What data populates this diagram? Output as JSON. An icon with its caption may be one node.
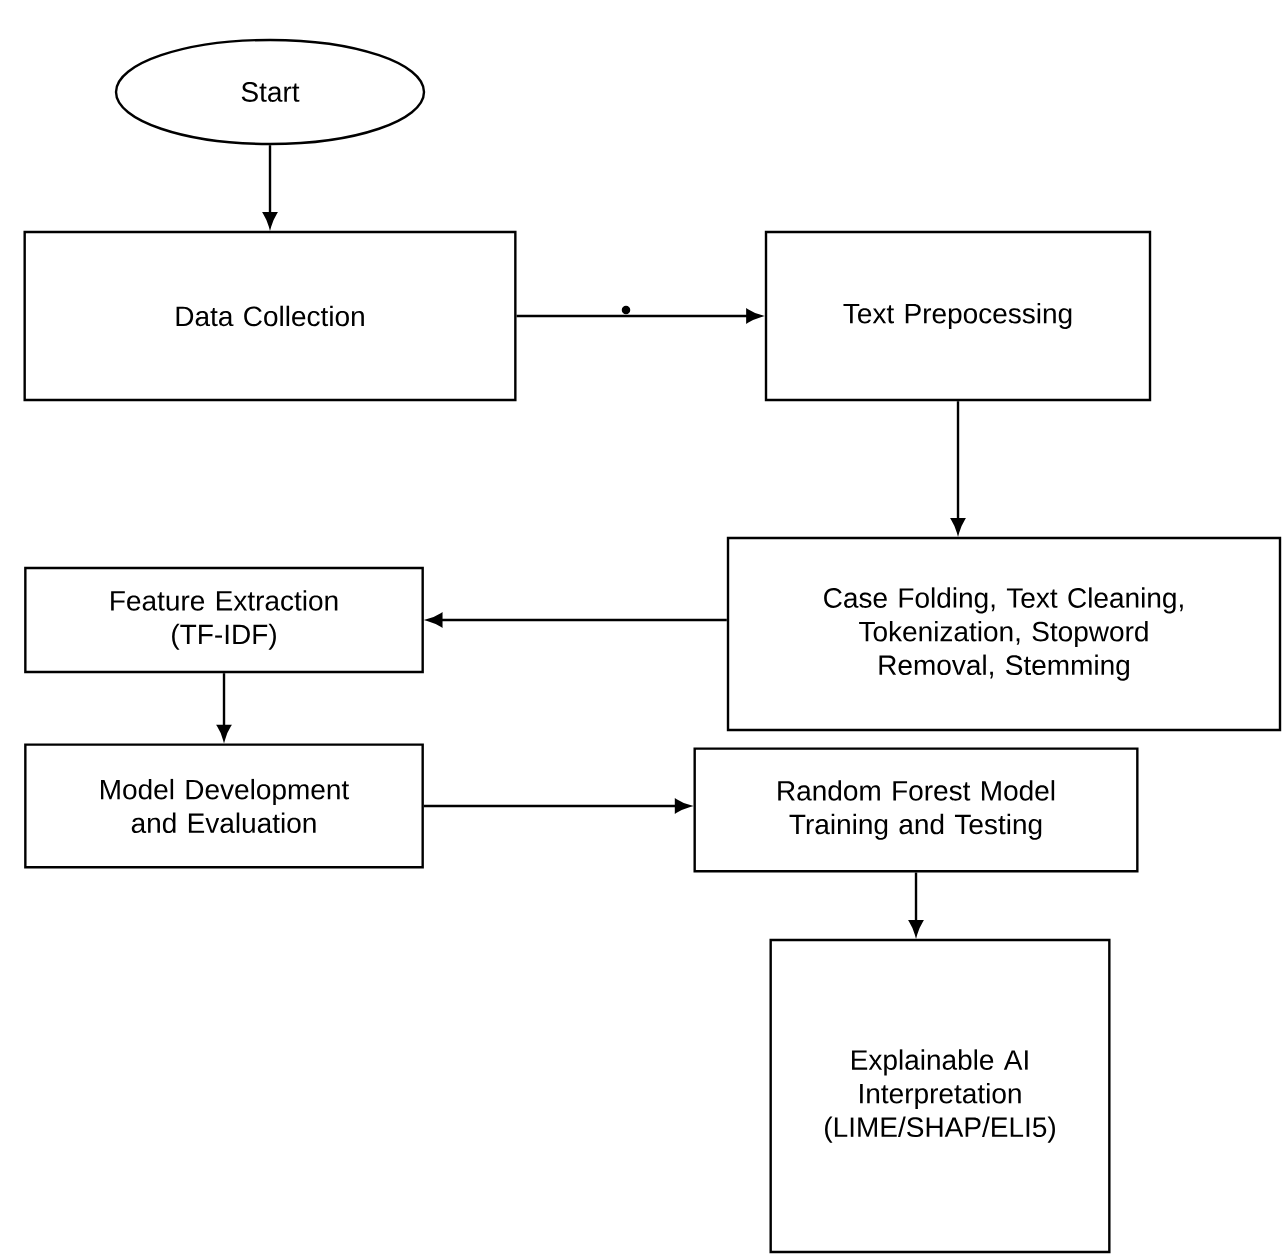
{
  "diagram": {
    "nodes": [
      {
        "text": [
          "Start"
        ]
      },
      {
        "text": [
          "Data Collection"
        ]
      },
      {
        "text": [
          "Text Prepocessing"
        ]
      },
      {
        "text": [
          "Case Folding, Text Cleaning, Tokenization, Stopword Removal, Stemming"
        ]
      },
      {
        "text": [
          "Feature Extraction (TF-IDF)"
        ]
      },
      {
        "text": [
          "Model Development and Evaluation"
        ]
      },
      {
        "text": [
          "Random Forest Model Training and Testing"
        ]
      },
      {
        "text": [
          "Explainable AI Interpretation (LIME/SHAP/ELI5)"
        ]
      }
    ],
    "edges": [
      {
        "from": 0,
        "to": 1,
        "arrow": "to"
      },
      {
        "from": 1,
        "to": 2,
        "arrow": "to"
      },
      {
        "from": 2,
        "to": 3,
        "arrow": "to"
      },
      {
        "from": 3,
        "to": 4,
        "arrow": "to"
      },
      {
        "from": 4,
        "to": 5,
        "arrow": "to"
      },
      {
        "from": 5,
        "to": 6,
        "arrow": "to"
      },
      {
        "from": 6,
        "to": 7,
        "arrow": "to"
      }
    ]
  }
}
